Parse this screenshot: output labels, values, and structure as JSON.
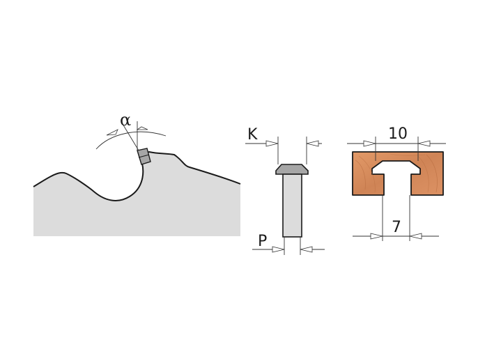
{
  "labels": {
    "alpha": "α",
    "k": "K",
    "p": "P",
    "width_10": "10",
    "width_7": "7"
  },
  "colors": {
    "blade_fill": "#dcdcdc",
    "outline": "#1a1a1a",
    "tooth": "#a6a6a6",
    "wood": "#d4895a",
    "dim_line": "#333333"
  }
}
